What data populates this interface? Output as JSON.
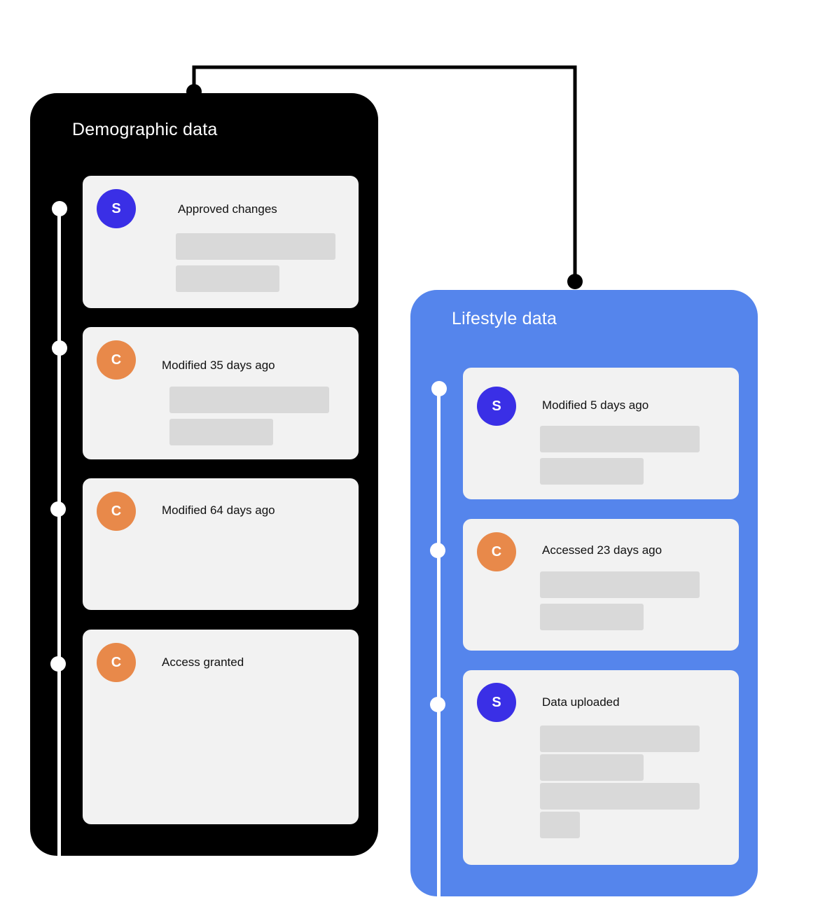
{
  "colors": {
    "dark_panel": "#000000",
    "blue_panel": "#5585ec",
    "card": "#f2f2f2",
    "placeholder_bar": "#d9d9d9",
    "avatar_s": "#3a2fe6",
    "avatar_c": "#e8894a"
  },
  "demographic": {
    "title": "Demographic data",
    "cards": [
      {
        "avatar": "S",
        "label": "Approved changes"
      },
      {
        "avatar": "C",
        "label": "Modified 35 days ago"
      },
      {
        "avatar": "C",
        "label": "Modified 64 days ago"
      },
      {
        "avatar": "C",
        "label": "Access granted"
      }
    ]
  },
  "lifestyle": {
    "title": "Lifestyle data",
    "cards": [
      {
        "avatar": "S",
        "label": "Modified 5 days ago"
      },
      {
        "avatar": "C",
        "label": "Accessed 23 days ago"
      },
      {
        "avatar": "S",
        "label": "Data uploaded"
      }
    ]
  }
}
